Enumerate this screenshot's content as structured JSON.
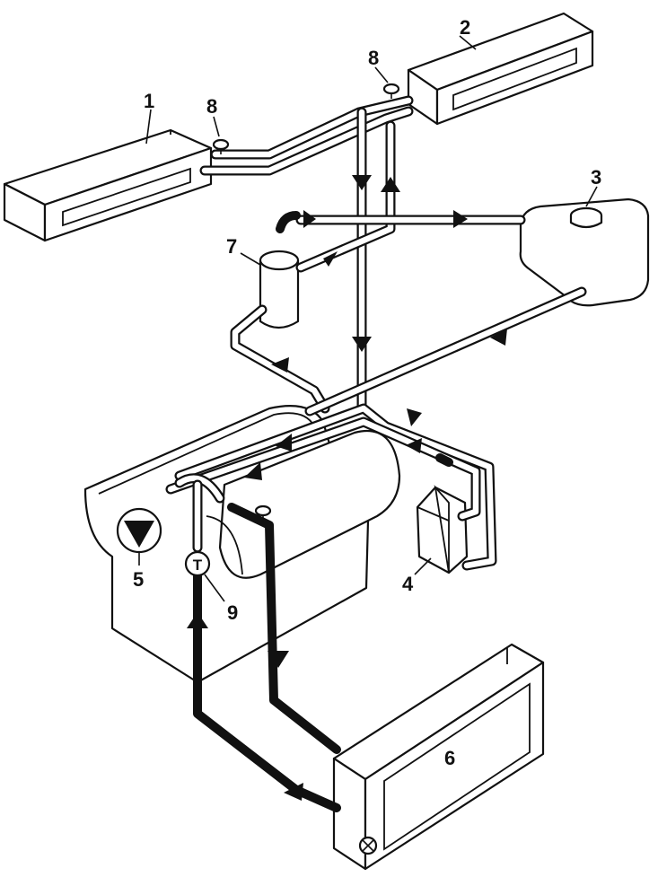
{
  "labels": {
    "heater_left": "1",
    "heater_right": "2",
    "expansion_tank": "3",
    "oil_cooler": "4",
    "pump": "5",
    "radiator": "6",
    "filter": "7",
    "bleed_valve_left": "8",
    "bleed_valve_right": "8",
    "thermostat": "9"
  },
  "symbols": {
    "thermostat_letter": "T"
  },
  "icons": {
    "pump": "pump-icon",
    "radiator_valve": "drain-valve-icon"
  }
}
